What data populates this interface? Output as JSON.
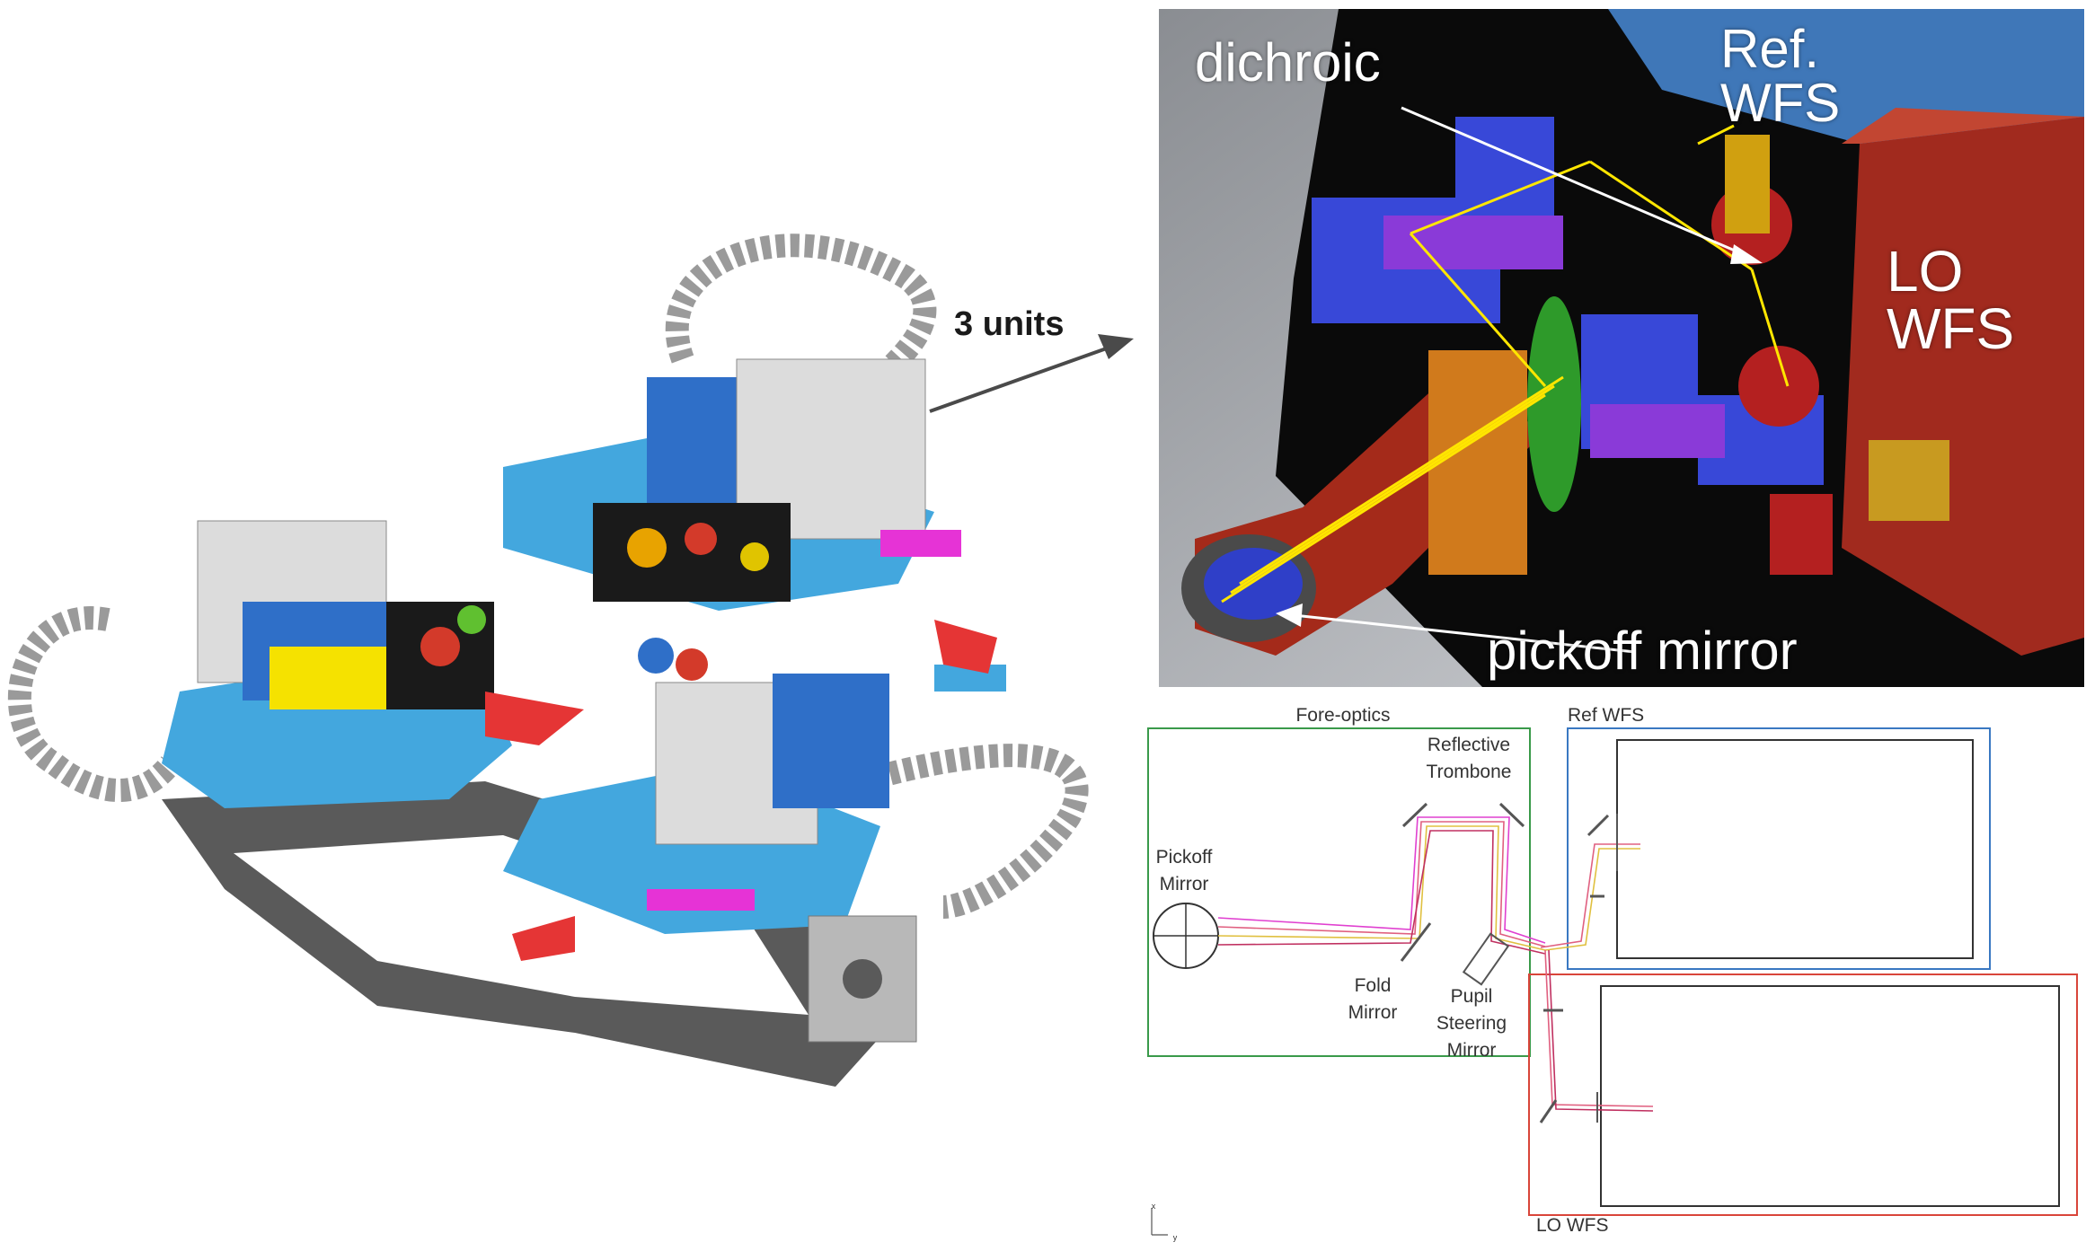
{
  "left_render": {
    "callout": "3 units"
  },
  "top_right_render": {
    "labels": {
      "dichroic": "dichroic",
      "ref_wfs": [
        "Ref.",
        "WFS"
      ],
      "lo_wfs": [
        "LO",
        "WFS"
      ],
      "pickoff": "pickoff mirror"
    }
  },
  "schematic": {
    "box_titles": {
      "fore_optics": "Fore-optics",
      "ref_wfs": "Ref WFS",
      "lo_wfs": "LO WFS"
    },
    "component_labels": {
      "reflective_trombone": [
        "Reflective",
        "Trombone"
      ],
      "pickoff_mirror": [
        "Pickoff",
        "Mirror"
      ],
      "fold_mirror": [
        "Fold",
        "Mirror"
      ],
      "pupil_steering": [
        "Pupil",
        "Steering",
        "Mirror"
      ]
    },
    "axis_labels": {
      "x": "x",
      "y": "y"
    },
    "colors": {
      "fore_optics": "#3a9a4a",
      "ref_wfs": "#3a78c2",
      "lo_wfs": "#d9453a"
    }
  }
}
